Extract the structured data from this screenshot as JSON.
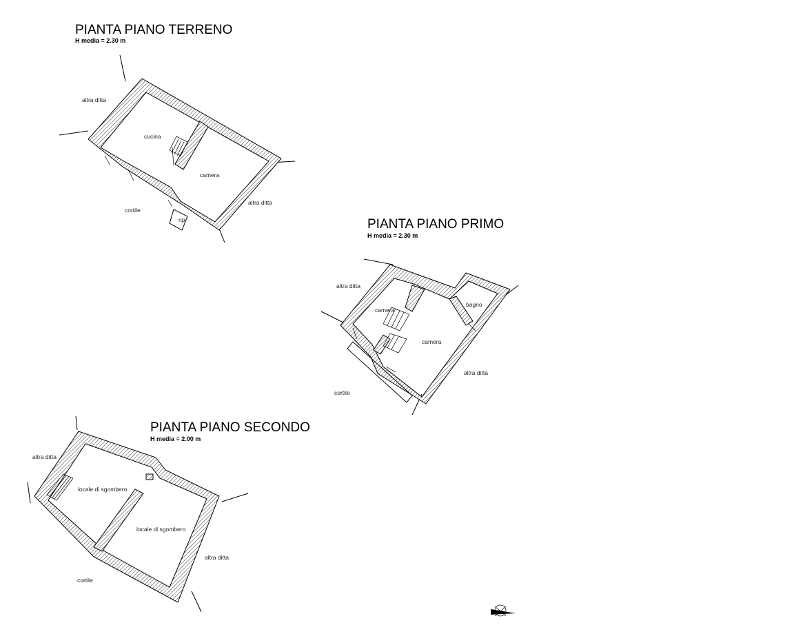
{
  "plans": [
    {
      "title": "PIANTA PIANO TERRENO",
      "subtitle": "H media = 2.30 m",
      "rooms": [
        "cucina",
        "camera"
      ],
      "surroundings": [
        "altra ditta",
        "altra ditta",
        "cortile"
      ],
      "other_labels": [
        "rip"
      ]
    },
    {
      "title": "PIANTA PIANO PRIMO",
      "subtitle": "H media = 2.30 m",
      "rooms": [
        "camera",
        "camera",
        "bagno"
      ],
      "surroundings": [
        "altra ditta",
        "altra ditta",
        "cortile"
      ]
    },
    {
      "title": "PIANTA PIANO SECONDO",
      "subtitle": "H media = 2.00 m",
      "rooms": [
        "locale di sgombero",
        "locale di sgombero"
      ],
      "surroundings": [
        "altra ditta",
        "altra ditta",
        "cortile"
      ]
    }
  ],
  "north_arrow_icon": "north-arrow-icon"
}
